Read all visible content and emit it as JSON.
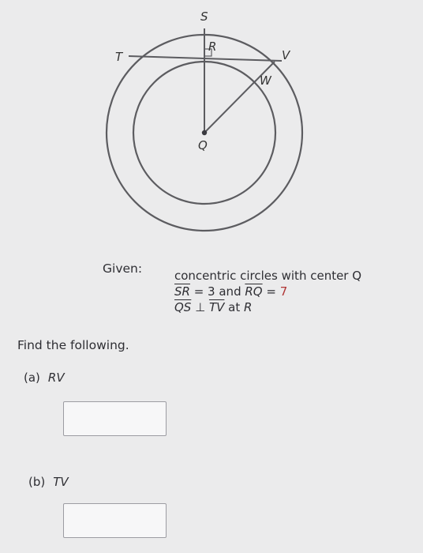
{
  "figure": {
    "labels": {
      "S": "S",
      "R": "R",
      "T": "T",
      "V": "V",
      "W": "W",
      "Q": "Q"
    }
  },
  "given": {
    "label": "Given:",
    "line1": "concentric circles with center Q",
    "line2": {
      "seg1": "SR",
      "eq1": " = 3 and ",
      "seg2": "RQ",
      "eq2": " = ",
      "value": "7"
    },
    "line3": {
      "seg1": "QS",
      "perp": " ⊥ ",
      "seg2": "TV",
      "at": " at ",
      "point": "R"
    }
  },
  "find": {
    "label": "Find the following."
  },
  "parts": [
    {
      "index": "(a)",
      "label": "RV",
      "value": ""
    },
    {
      "index": "(b)",
      "label": "TV",
      "value": ""
    }
  ],
  "colors": {
    "background": "#ebebec",
    "text": "#2e2e33",
    "highlight": "#b03434"
  }
}
